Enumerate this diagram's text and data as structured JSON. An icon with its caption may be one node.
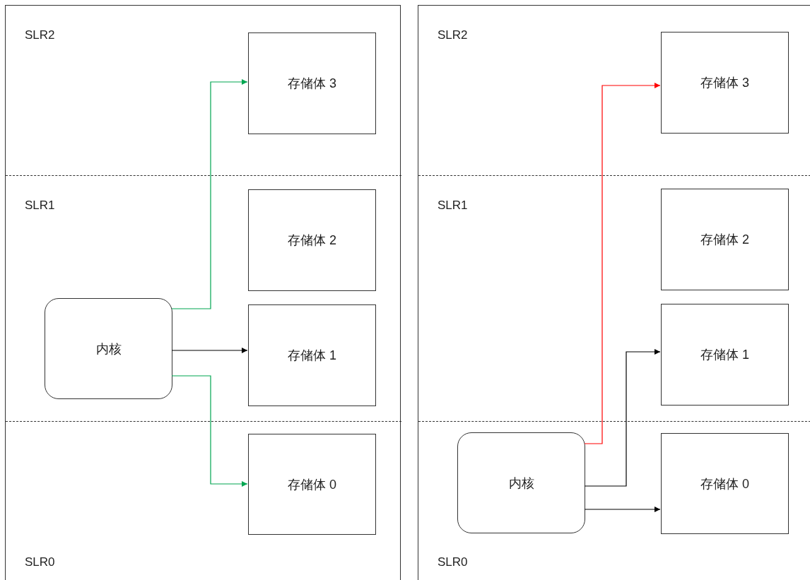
{
  "diagram": {
    "nodes": [
      {
        "text": [],
        "shape": "box"
      },
      {
        "text": [
          "SLR2"
        ],
        "in": 0
      },
      {
        "text": [
          "存储体 3"
        ],
        "in": 1
      },
      {
        "text": [
          "SLR1"
        ],
        "in": 0
      },
      {
        "text": [
          "存储体 2"
        ],
        "in": 3
      },
      {
        "text": [
          "存储体 1"
        ],
        "in": 3
      },
      {
        "text": [
          "内核"
        ],
        "in": 3
      },
      {
        "text": [
          "SLR0"
        ],
        "in": 0
      },
      {
        "text": [
          "存储体 0"
        ],
        "in": 7
      },
      {
        "text": [],
        "shape": "box"
      },
      {
        "text": [
          "SLR2"
        ],
        "in": 9
      },
      {
        "text": [
          "存储体 3"
        ],
        "in": 10
      },
      {
        "text": [
          "SLR1"
        ],
        "in": 9
      },
      {
        "text": [
          "存储体 2"
        ],
        "in": 12
      },
      {
        "text": [
          "存储体 1"
        ],
        "in": 12
      },
      {
        "text": [
          "SLR0"
        ],
        "in": 9
      },
      {
        "text": [
          "内核"
        ],
        "in": 15
      },
      {
        "text": [
          "存储体 0"
        ],
        "in": 15
      }
    ],
    "edges": [
      {
        "from": 6,
        "to": 2,
        "arrow": "to",
        "color": "#00a651"
      },
      {
        "from": 6,
        "to": 5,
        "arrow": "to"
      },
      {
        "from": 6,
        "to": 8,
        "arrow": "to",
        "color": "#00a651"
      },
      {
        "from": 16,
        "to": 11,
        "arrow": "to",
        "color": "#ff0000"
      },
      {
        "from": 16,
        "to": 14,
        "arrow": "to"
      },
      {
        "from": 16,
        "to": 17,
        "arrow": "to"
      }
    ]
  }
}
